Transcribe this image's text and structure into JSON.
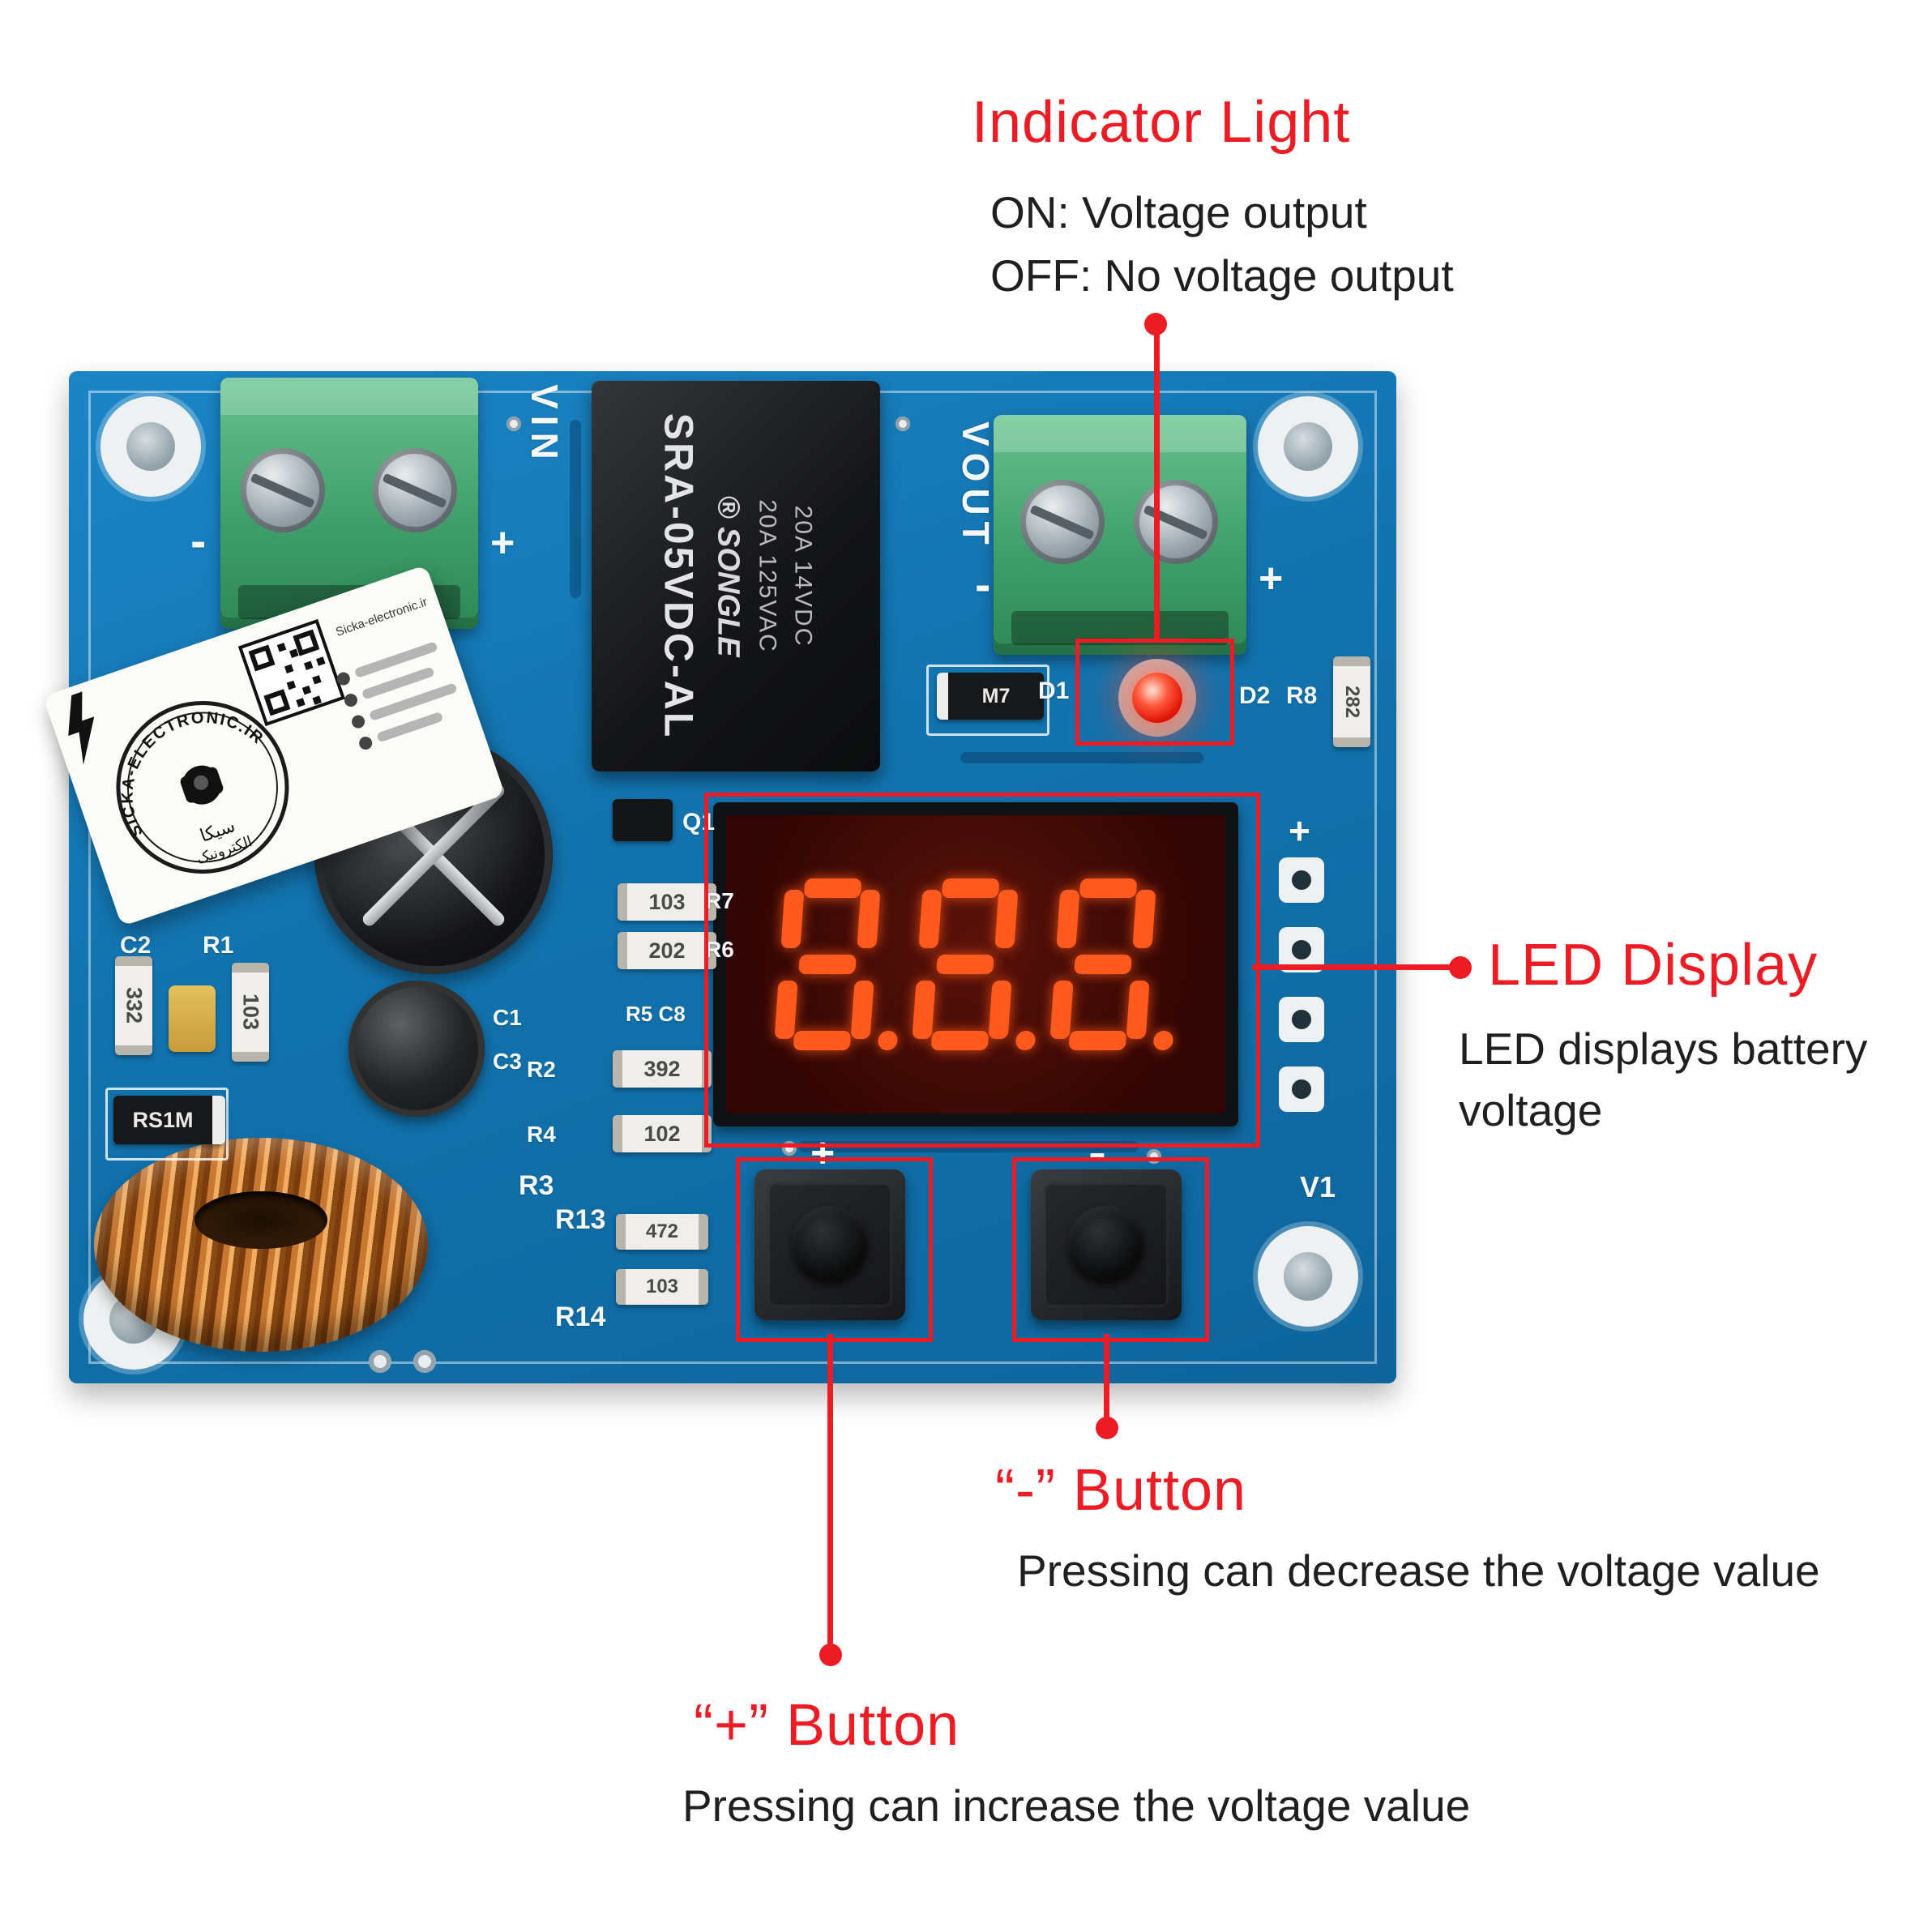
{
  "annotations": {
    "indicator": {
      "title": "Indicator Light",
      "on_line": "ON: Voltage output",
      "off_line": "OFF: No voltage output"
    },
    "led_display": {
      "title": "LED Display",
      "body_line1": "LED displays battery",
      "body_line2": "voltage"
    },
    "minus_button": {
      "title": "“-” Button",
      "body": "Pressing can decrease the voltage value"
    },
    "plus_button": {
      "title": "“+” Button",
      "body": "Pressing can increase the voltage value"
    }
  },
  "board": {
    "terminals": {
      "vin": "VIN",
      "vout": "VOUT",
      "vin_minus": "-",
      "vin_plus": "+",
      "vout_minus": "-",
      "vout_plus": "+"
    },
    "relay": {
      "rating_line1": "20A 14VDC",
      "rating_line2": "20A 125VAC",
      "brand": "® SONGLE",
      "model": "SRA-05VDC-AL"
    },
    "seven_segment_value": "8.8.8.",
    "button_silk": {
      "plus": "+",
      "minus": "-"
    },
    "header_plus": "+",
    "silk_labels": [
      "D1",
      "D2",
      "R8",
      "Q1",
      "C2",
      "R1",
      "C1",
      "C3",
      "R2",
      "R7",
      "R6",
      "R5 C8",
      "R4",
      "R3",
      "R13",
      "R14",
      "V1"
    ],
    "smd_values": [
      "332",
      "103",
      "103",
      "202",
      "392",
      "102",
      "472",
      "103",
      "282"
    ],
    "diode_labels": {
      "rs1m": "RS1M",
      "m7": "M7"
    },
    "sticker": {
      "arc_text": "SICKA-ELECTRONIC.IR",
      "fa_line1": "سیکا",
      "fa_line2": "الکترونیک",
      "site": "Sicka-electronic.ir"
    }
  },
  "colors": {
    "annotation_red": "#ed1c24",
    "board_blue": "#1478b6",
    "segment_glow": "#ff5a1e"
  }
}
